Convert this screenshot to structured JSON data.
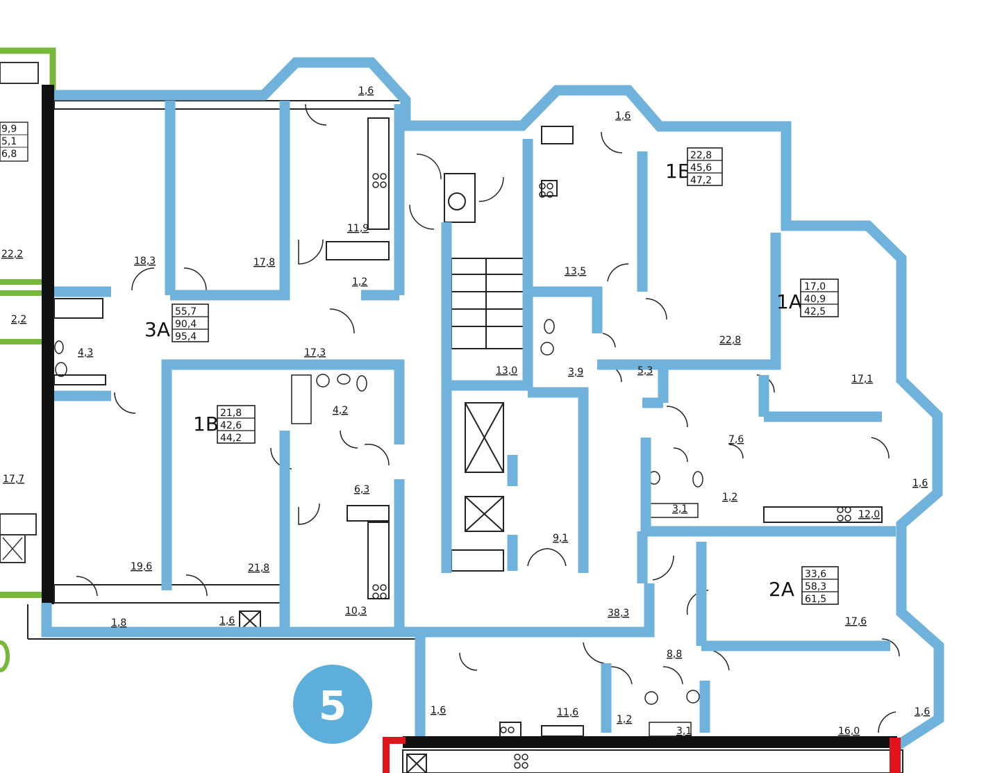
{
  "colors": {
    "wall_highlight": "#6fb3dd",
    "wall_black": "#111111",
    "neighbor_green": "#77b83a",
    "neighbor_red": "#e0151b",
    "section_badge": "#5eaedb"
  },
  "section": {
    "number": "5"
  },
  "apartments": {
    "a3a": {
      "code": "3A",
      "areas": [
        "55,7",
        "90,4",
        "95,4"
      ]
    },
    "a1b": {
      "code": "1Б",
      "areas": [
        "22,8",
        "45,6",
        "47,2"
      ]
    },
    "a1a": {
      "code": "1A",
      "areas": [
        "17,0",
        "40,9",
        "42,5"
      ]
    },
    "a1v": {
      "code": "1В",
      "areas": [
        "21,8",
        "42,6",
        "44,2"
      ]
    },
    "a2a": {
      "code": "2A",
      "areas": [
        "33,6",
        "58,3",
        "61,5"
      ]
    }
  },
  "rooms": {
    "balcony_top_left": "1,6",
    "balcony_top_mid": "1,6",
    "kitchen_3a": "11,9",
    "room_18_3": "18,3",
    "room_17_8": "17,8",
    "wc_1_2_top": "1,2",
    "bath_4_3": "4,3",
    "hall_17_3": "17,3",
    "bath_4_2": "4,2",
    "hall_6_3": "6,3",
    "room_19_6": "19,6",
    "room_21_8": "21,8",
    "loggia_1_8": "1,8",
    "balcony_1_6_bottom": "1,6",
    "kitchen_10_3": "10,3",
    "kitchen_13_5": "13,5",
    "stair_13_0": "13,0",
    "bath_3_9": "3,9",
    "room_22_8": "22,8",
    "hall_5_3": "5,3",
    "room_17_1": "17,1",
    "hall_7_6": "7,6",
    "bath_3_1_right": "3,1",
    "wc_1_2_right": "1,2",
    "kitchen_12_0": "12,0",
    "balcony_1_6_right": "1,6",
    "corridor_9_1": "9,1",
    "corridor_38_3": "38,3",
    "room_17_6": "17,6",
    "hall_8_8": "8,8",
    "balcony_1_6_lower_left": "1,6",
    "kitchen_11_6": "11,6",
    "wc_1_2_bottom": "1,2",
    "bath_3_1_bottom": "3,1",
    "room_16_0": "16,0",
    "balcony_1_6_lower_right": "1,6"
  },
  "neighbor": {
    "stack": [
      "9,9",
      "5,1",
      "6,8"
    ],
    "r22_2": "22,2",
    "r2_2": "2,2",
    "r17_7": "17,7"
  }
}
